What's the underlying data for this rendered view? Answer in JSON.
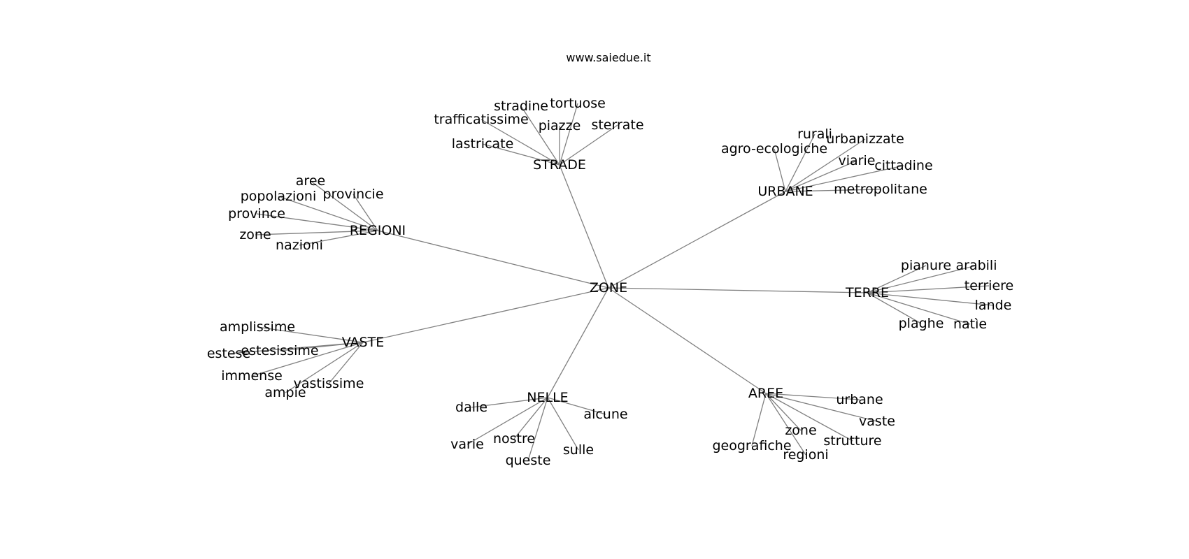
{
  "title": "www.saiedue.it",
  "colors": {
    "edge": "#808080",
    "text": "#000000",
    "background": "#ffffff"
  },
  "graph": {
    "root": "ZONE",
    "hubs": [
      {
        "label": "STRADE",
        "leaves": [
          "trafficatissime",
          "stradine",
          "tortuose",
          "piazze",
          "sterrate",
          "lastricate"
        ]
      },
      {
        "label": "URBANE",
        "leaves": [
          "rurali",
          "urbanizzate",
          "agro-ecologiche",
          "viarie",
          "cittadine",
          "metropolitane"
        ]
      },
      {
        "label": "REGIONI",
        "leaves": [
          "aree",
          "provincie",
          "popolazioni",
          "province",
          "zone",
          "nazioni"
        ]
      },
      {
        "label": "TERRE",
        "leaves": [
          "pianure",
          "arabili",
          "terriere",
          "lande",
          "plaghe",
          "natìe"
        ]
      },
      {
        "label": "VASTE",
        "leaves": [
          "amplissime",
          "estesissime",
          "estese",
          "immense",
          "vastissime",
          "ampie"
        ]
      },
      {
        "label": "NELLE",
        "leaves": [
          "dalle",
          "alcune",
          "nostre",
          "varie",
          "sulle",
          "queste"
        ]
      },
      {
        "label": "AREE",
        "leaves": [
          "urbane",
          "vaste",
          "zone",
          "strutture",
          "geografiche",
          "regioni"
        ]
      }
    ]
  }
}
